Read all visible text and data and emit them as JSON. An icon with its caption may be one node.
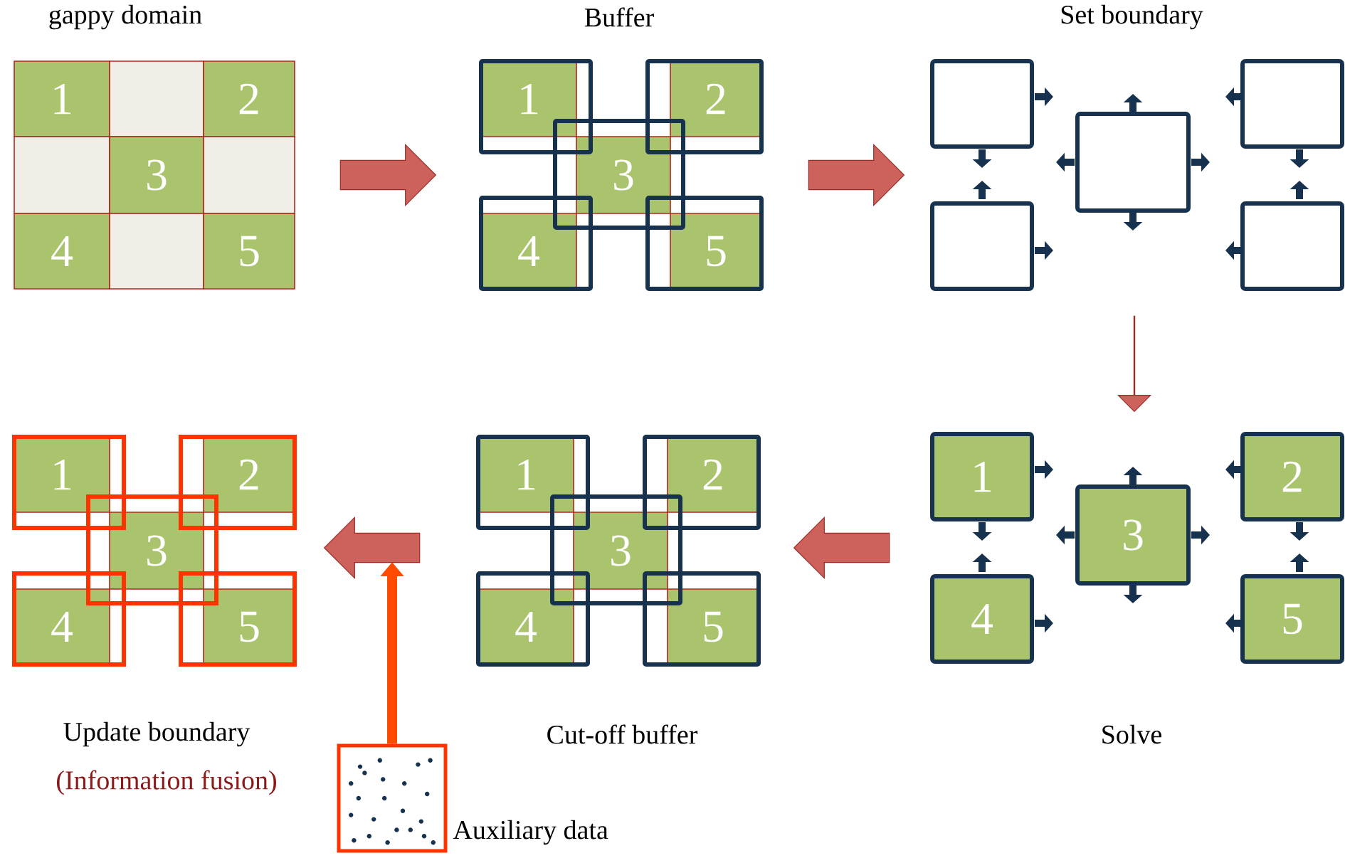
{
  "diagram": {
    "nodes": [
      {
        "text": [
          "1"
        ]
      },
      {
        "text": [],
        "shape": "box"
      },
      {
        "text": [
          "2"
        ]
      },
      {
        "text": [],
        "shape": "box"
      },
      {
        "text": [
          "3"
        ]
      },
      {
        "text": [],
        "shape": "box"
      },
      {
        "text": [
          "4"
        ]
      },
      {
        "text": [],
        "shape": "box"
      },
      {
        "text": [
          "5"
        ]
      },
      {
        "text": [],
        "shape": "box"
      },
      {
        "text": [
          "1"
        ],
        "in": 9
      },
      {
        "text": [],
        "shape": "box"
      },
      {
        "text": [
          "2"
        ],
        "in": 11
      },
      {
        "text": [],
        "shape": "box"
      },
      {
        "text": [
          "3"
        ],
        "in": 13
      },
      {
        "text": [],
        "shape": "box"
      },
      {
        "text": [
          "4"
        ],
        "in": 15
      },
      {
        "text": [],
        "shape": "box"
      },
      {
        "text": [
          "5"
        ],
        "in": 17
      },
      {
        "text": [],
        "shape": "box"
      },
      {
        "text": [],
        "shape": "box"
      },
      {
        "text": [],
        "shape": "box"
      },
      {
        "text": [],
        "shape": "box"
      },
      {
        "text": [],
        "shape": "box"
      },
      {
        "text": [],
        "shape": "box"
      },
      {
        "text": [
          "1"
        ],
        "in": 24
      },
      {
        "text": [],
        "shape": "box"
      },
      {
        "text": [
          "2"
        ],
        "in": 26
      },
      {
        "text": [],
        "shape": "box"
      },
      {
        "text": [
          "3"
        ],
        "in": 28
      },
      {
        "text": [],
        "shape": "box"
      },
      {
        "text": [
          "4"
        ],
        "in": 30
      },
      {
        "text": [],
        "shape": "box"
      },
      {
        "text": [
          "5"
        ],
        "in": 32
      },
      {
        "text": [],
        "shape": "box"
      },
      {
        "text": [
          "1"
        ],
        "in": 34
      },
      {
        "text": [],
        "shape": "box"
      },
      {
        "text": [
          "2"
        ],
        "in": 36
      },
      {
        "text": [],
        "shape": "box"
      },
      {
        "text": [
          "3"
        ],
        "in": 38
      },
      {
        "text": [],
        "shape": "box"
      },
      {
        "text": [
          "4"
        ],
        "in": 40
      },
      {
        "text": [],
        "shape": "box"
      },
      {
        "text": [
          "5"
        ],
        "in": 42
      },
      {
        "text": [
          "1"
        ]
      },
      {
        "text": [
          "2"
        ]
      },
      {
        "text": [
          "3"
        ]
      },
      {
        "text": [
          "4"
        ]
      },
      {
        "text": [
          "5"
        ]
      },
      {
        "text": [],
        "shape": "box",
        "beside": [
          "Auxiliary data"
        ]
      },
      {
        "text": [],
        "shape": "arrow"
      },
      {
        "text": [],
        "shape": "arrow"
      },
      {
        "text": [],
        "shape": "arrow"
      },
      {
        "text": [],
        "shape": "arrow"
      },
      {
        "text": [],
        "shape": "arrow"
      }
    ],
    "edges": [
      {
        "from": 49,
        "to": 50,
        "arrow": "to",
        "color": "#ff4a00"
      }
    ],
    "labels": [
      "gappy domain",
      "Buffer",
      "Set boundary",
      "Update boundary",
      "Cut-off buffer",
      "Solve",
      "(Information fusion)"
    ]
  }
}
